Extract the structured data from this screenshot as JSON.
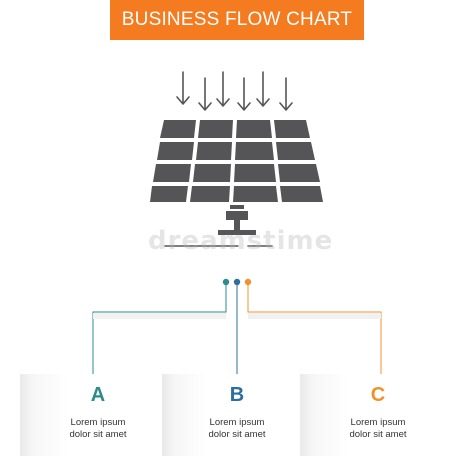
{
  "title": "BUSINESS FLOW CHART",
  "watermark": "dreamstime",
  "colors": {
    "banner": "#f47b20",
    "icon": "#555558",
    "teal": "#2e8b8b",
    "blue": "#2c6f9e",
    "orange": "#f0912c"
  },
  "icon": "solar-panel-icon",
  "steps": [
    {
      "letter": "A",
      "line1": "Lorem ipsum",
      "line2": "dolor sit amet",
      "color": "#2e8b8b"
    },
    {
      "letter": "B",
      "line1": "Lorem ipsum",
      "line2": "dolor sit amet",
      "color": "#2c6f9e"
    },
    {
      "letter": "C",
      "line1": "Lorem ipsum",
      "line2": "dolor sit amet",
      "color": "#f0912c"
    }
  ]
}
